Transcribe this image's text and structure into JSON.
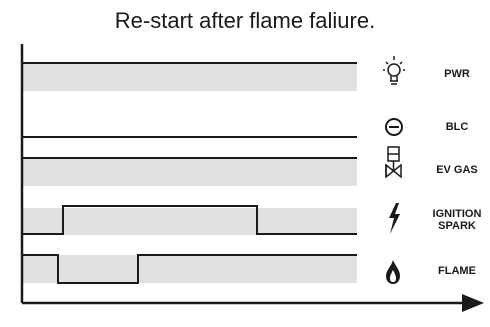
{
  "title": "Re-start after flame faliure.",
  "signals": [
    {
      "label": "PWR",
      "icon": "light-bulb-icon"
    },
    {
      "label": "BLC",
      "icon": "lock-indicator-icon"
    },
    {
      "label": "EV GAS",
      "icon": "gas-valve-icon"
    },
    {
      "label": "IGNITION SPARK",
      "label_line1": "IGNITION",
      "label_line2": "SPARK",
      "icon": "spark-icon"
    },
    {
      "label": "FLAME",
      "icon": "flame-icon"
    }
  ],
  "colors": {
    "band": "#e0e0e0",
    "line": "#1a1a1a"
  }
}
